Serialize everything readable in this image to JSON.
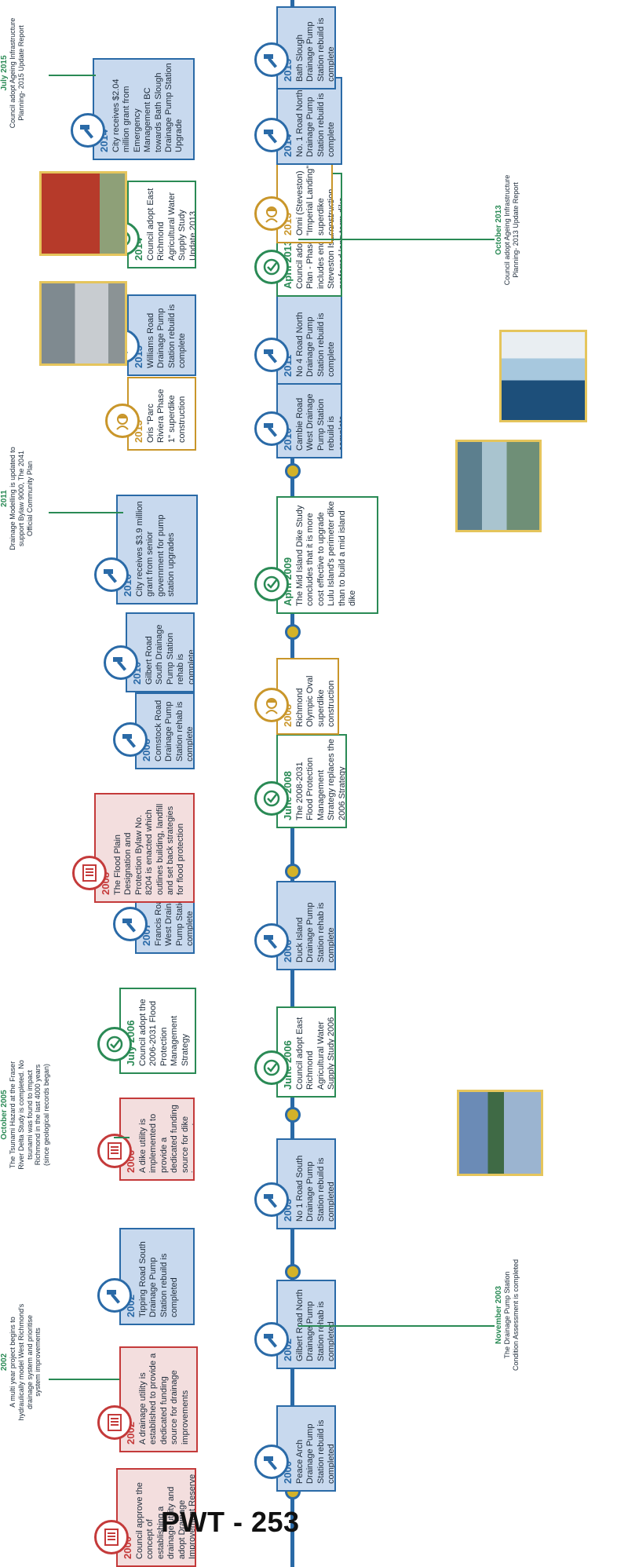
{
  "footer": "PWT - 253",
  "colors": {
    "axis": "#2a6aa7",
    "dot": "#d3b229",
    "blue": "#2a6aa7",
    "green": "#2a8a55",
    "red": "#c43a3a",
    "gold": "#c9962a"
  },
  "cards": [
    {
      "kind": "red",
      "icon": "document-icon",
      "year": "2000",
      "text": "Council approve the concept of establishing a drainage utility and adopt Drainage Improvement Reserve Fund"
    },
    {
      "kind": "red",
      "icon": "document-icon",
      "year": "2002",
      "text": "A drainage utility is established to provide a dedicated funding source for drainage improvements"
    },
    {
      "kind": "blue",
      "icon": "hammer-icon",
      "year": "2002",
      "text": "Tipping Road South Drainage Pump Station rebuild is completed"
    },
    {
      "kind": "red",
      "icon": "document-icon",
      "year": "2006",
      "text": "A dike utility is implemented to provide a dedicated funding source for dike improvements"
    },
    {
      "kind": "green",
      "icon": "check-icon",
      "year": "July 2006",
      "text": "Council adopt the 2006-2031 Flood Protection Management Strategy"
    },
    {
      "kind": "blue",
      "icon": "hammer-icon",
      "year": "2007",
      "text": "Francis Road West Drainage Pump Station is complete"
    },
    {
      "kind": "red",
      "icon": "document-icon",
      "year": "2008",
      "text": "The Flood Plain Designation and Protection Bylaw No. 8204 is enacted which outlines building, landfill and set back strategies for flood protection"
    },
    {
      "kind": "blue",
      "icon": "hammer-icon",
      "year": "2008",
      "text": "Comstock Road Drainage Pump Station rehab is complete"
    },
    {
      "kind": "blue",
      "icon": "hammer-icon",
      "year": "2010",
      "text": "Gilbert Road South Drainage Pump Station rehab is complete"
    },
    {
      "kind": "blue",
      "icon": "hammer-icon",
      "year": "2010",
      "text": "City receives $3.9 million grant from senior government for pump station upgrades"
    },
    {
      "kind": "gold",
      "icon": "worker-icon",
      "year": "2013",
      "text": "Oris \"Parc Riviera Phase 1\" superdike construction"
    },
    {
      "kind": "blue",
      "icon": "hammer-icon",
      "year": "2013",
      "text": "Williams Road Drainage Pump Station rebuild is complete"
    },
    {
      "kind": "green",
      "icon": "check-icon",
      "year": "2014",
      "text": "Council adopt East Richmond Agricultural Water Supply Study Update 2013"
    },
    {
      "kind": "blue",
      "icon": "hammer-icon",
      "year": "2014",
      "text": "City receives $2.04 million grant from Emergency Management BC towards Bath Slough Drainage Pump Station Upgrade"
    },
    {
      "kind": "blue",
      "icon": "hammer-icon",
      "year": "2000",
      "text": "Peace Arch Drainage Pump Station rebuild is completed"
    },
    {
      "kind": "blue",
      "icon": "hammer-icon",
      "year": "2002",
      "text": "Gilbert Road North Drainage Pump Station rehab is completed"
    },
    {
      "kind": "blue",
      "icon": "hammer-icon",
      "year": "2003",
      "text": "No 1 Road South Drainage Pump Station rebuild is completed"
    },
    {
      "kind": "green",
      "icon": "check-icon",
      "year": "June 2006",
      "text": "Council adopt East Richmond Agricultural Water Supply Study 2006"
    },
    {
      "kind": "blue",
      "icon": "hammer-icon",
      "year": "2006",
      "text": "Duck Island Drainage Pump Station rehab is complete"
    },
    {
      "kind": "green",
      "icon": "check-icon",
      "year": "June 2008",
      "text": "The 2008-2031 Flood Protection Management Strategy replaces the 2006 Strategy"
    },
    {
      "kind": "gold",
      "icon": "worker-icon",
      "year": "2008",
      "text": "Richmond Olympic Oval superdike construction"
    },
    {
      "kind": "green",
      "icon": "check-icon",
      "year": "April 2009",
      "text": "The Mid Island Dike Study concludes that it is more cost effective to upgrade Lulu Island's perimeter dike than to build a mid island dike"
    },
    {
      "kind": "blue",
      "icon": "hammer-icon",
      "year": "2010",
      "text": "Cambie Road West Drainage Pump Station rebuild is complete"
    },
    {
      "kind": "blue",
      "icon": "hammer-icon",
      "year": "2011",
      "text": "No 4 Road North Drainage Pump Station rebuild is complete"
    },
    {
      "kind": "green",
      "icon": "check-icon",
      "year": "April 2013",
      "text": "Council adopt Dike Master Plan - Phase 1 Report that includes endorsement of Steveston Island as the preferred long term dike solution in Steveston"
    },
    {
      "kind": "gold",
      "icon": "worker-icon",
      "year": "2013",
      "text": "Onni (Steveston) \"Imperial Landing\" superdike construction"
    },
    {
      "kind": "blue",
      "icon": "hammer-icon",
      "year": "2014",
      "text": "No. 1 Road North Drainage Pump Station rebuild is complete"
    },
    {
      "kind": "blue",
      "icon": "hammer-icon",
      "year": "2015",
      "text": "Bath Slough Drainage Pump Station rebuild is complete"
    }
  ],
  "notes": [
    {
      "title": "July 2015",
      "text": "Council adopt Ageing Infrastructure Planning- 2015 Update Report"
    },
    {
      "title": "2011",
      "text": "Drainage Modelling is updated to support Bylaw 9000, The 2041 Official Community Plan"
    },
    {
      "title": "October 2005",
      "text": "The Tsunami Hazard at the Fraser River Delta Study is completed. No tsunami was found to impact Richmond in the last 4000 years (since geological records began)"
    },
    {
      "title": "2002",
      "text": "A multi year project begins to hydraulically model West Richmond's drainage system and prioritise system improvements"
    },
    {
      "title": "October 2013",
      "text": "Council adopt Ageing Infrastructure Planning- 2013 Update Report"
    },
    {
      "title": "November 2003",
      "text": "The Drainage Pump Station Condition Assessment is completed"
    }
  ],
  "photos": [
    {
      "name": "photo-agricultural-water"
    },
    {
      "name": "photo-pump-station-williams"
    },
    {
      "name": "photo-dike-master-plan-report"
    },
    {
      "name": "photo-pump-station-no4"
    },
    {
      "name": "photo-water-supply-study"
    }
  ]
}
